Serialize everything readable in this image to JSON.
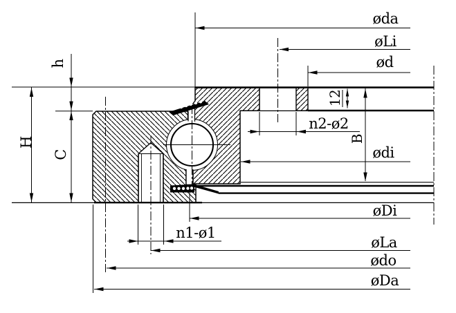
{
  "drawing": {
    "labels": {
      "oda": "øda",
      "oLi": "øLi",
      "od": "ød",
      "n2_o2": "n2-ø2",
      "twelve": "12",
      "B": "B",
      "odi": "ødi",
      "oDi": "øDi",
      "n1_o1": "n1-ø1",
      "oLa": "øLa",
      "odo": "ødo",
      "oDa": "øDa",
      "H": "H",
      "C": "C",
      "h": "h"
    },
    "colors": {
      "line": "#000000",
      "background": "#ffffff"
    }
  }
}
